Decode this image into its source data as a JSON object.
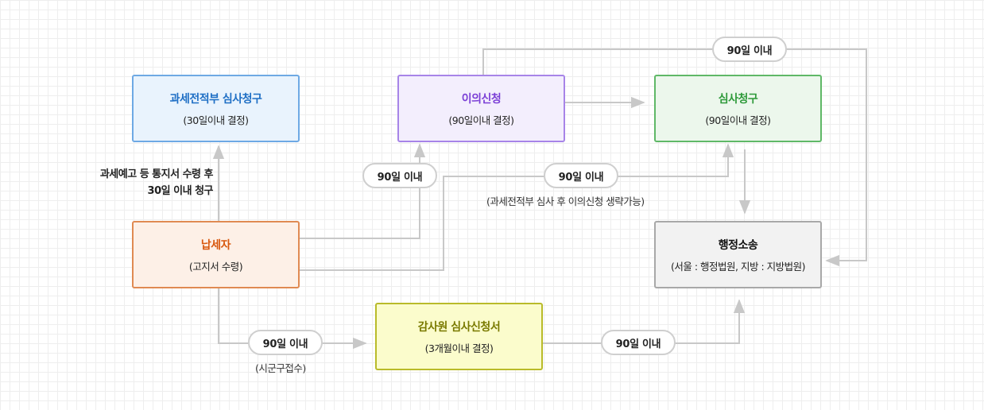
{
  "boxes": {
    "pre_review": {
      "title": "과세전적부 심사청구",
      "sub": "(30일이내 결정)",
      "color": "#1f6fc5"
    },
    "objection": {
      "title": "이의신청",
      "sub": "(90일이내 결정)",
      "color": "#7b3fd6"
    },
    "review": {
      "title": "심사청구",
      "sub": "(90일이내 결정)",
      "color": "#2e9a3a"
    },
    "taxpayer": {
      "title": "납세자",
      "sub": "(고지서 수령)",
      "color": "#d8580e"
    },
    "litigation": {
      "title": "행정소송",
      "sub": "(서울 : 행정법원, 지방 : 지방법원)",
      "color": "#111111"
    },
    "audit": {
      "title": "감사원 심사신청서",
      "sub": "(3개월이내 결정)",
      "color": "#7a7a00"
    }
  },
  "labels": {
    "pre_notice_line1": "과세예고 등 통지서 수령 후",
    "pre_notice_line2": "30일 이내 청구",
    "within_90_top": "90일 이내",
    "within_90_objection": "90일 이내",
    "within_90_review": "90일 이내",
    "within_90_audit_in": "90일 이내",
    "within_90_audit_out": "90일 이내",
    "skip_note": "(과세전적부 심사 후 이의신청 생략가능)",
    "city_office": "(시군구접수)"
  }
}
